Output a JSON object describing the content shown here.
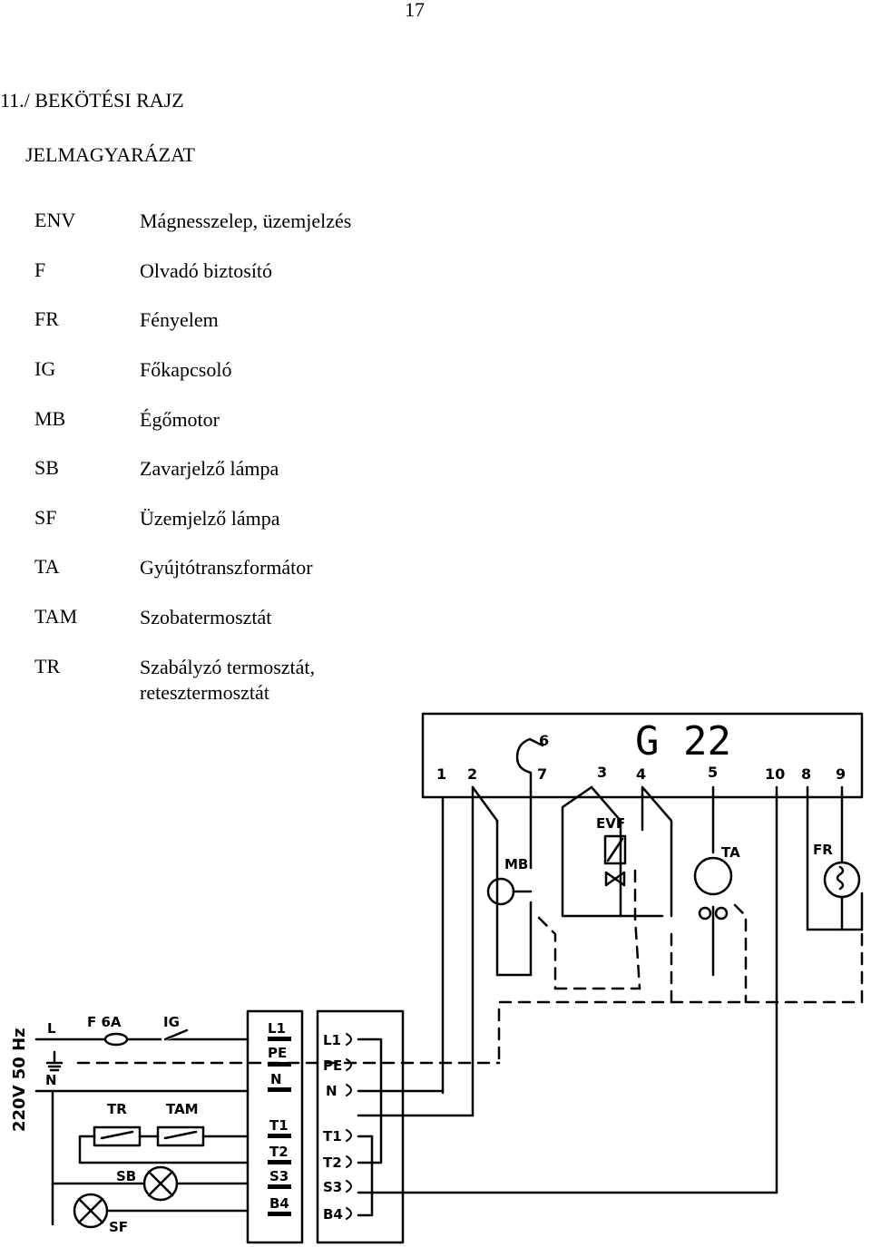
{
  "page_number": "17",
  "heading": "11./ BEKÖTÉSI RAJZ",
  "legend_title": "JELMAGYARÁZAT",
  "legend": [
    {
      "code": "ENV",
      "desc": "Mágnesszelep, üzemjelzés"
    },
    {
      "code": "F",
      "desc": "Olvadó biztosító"
    },
    {
      "code": "FR",
      "desc": "Fényelem"
    },
    {
      "code": "IG",
      "desc": "Főkapcsoló"
    },
    {
      "code": "MB",
      "desc": "Égőmotor"
    },
    {
      "code": "SB",
      "desc": "Zavarjelző lámpa"
    },
    {
      "code": "SF",
      "desc": "Üzemjelző lámpa"
    },
    {
      "code": "TA",
      "desc": "Gyújtótranszformátor"
    },
    {
      "code": "TAM",
      "desc": "Szobatermosztát"
    },
    {
      "code": "TR",
      "desc": "Szabályzó termosztát,",
      "desc2": "retesztermosztát"
    }
  ],
  "diagram": {
    "model": "G 22",
    "terminals": [
      "1",
      "2",
      "6",
      "7",
      "3",
      "4",
      "5",
      "10",
      "8",
      "9"
    ],
    "components": [
      "MB",
      "EVF",
      "TA",
      "FR",
      "F 6A",
      "IG",
      "TR",
      "TAM",
      "SB",
      "SF"
    ],
    "supply_label": "220V 50 Hz",
    "line_labels": [
      "L",
      "N"
    ],
    "connector_left": [
      "L1",
      "PE",
      "N",
      "T1",
      "T2",
      "S3",
      "B4"
    ],
    "connector_right": [
      "L1",
      "PE",
      "N",
      "T1",
      "T2",
      "S3",
      "B4"
    ]
  }
}
